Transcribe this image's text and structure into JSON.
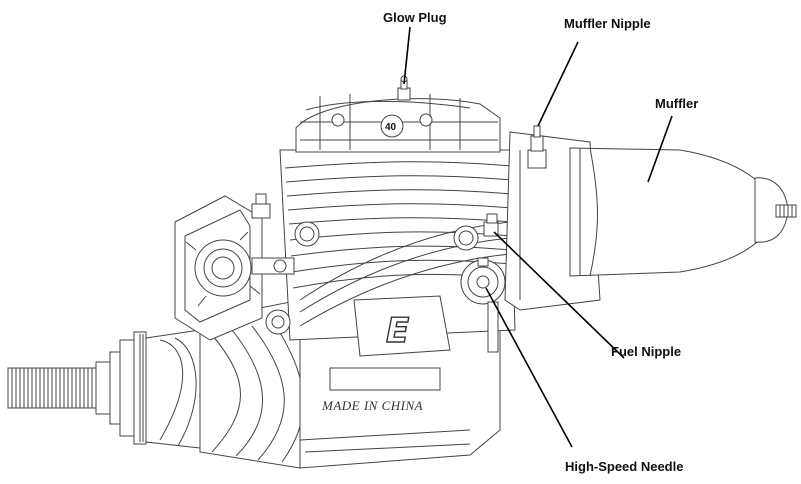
{
  "labels": {
    "glow_plug": "Glow Plug",
    "muffler_nipple": "Muffler Nipple",
    "muffler": "Muffler",
    "fuel_nipple": "Fuel Nipple",
    "high_speed_needle": "High-Speed Needle"
  },
  "engine": {
    "head_badge": "40",
    "case_stamp": "MADE IN CHINA",
    "logo_letter": "E"
  }
}
